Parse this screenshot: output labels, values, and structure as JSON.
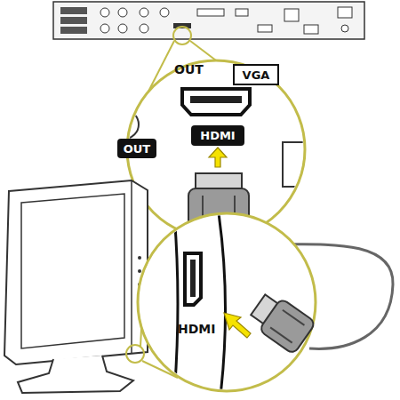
{
  "diagram": {
    "nodes": [
      {
        "text": [
          "VGA"
        ]
      },
      {
        "text": [
          "OUT"
        ]
      },
      {
        "text": [
          "HDMI"
        ]
      }
    ],
    "labels": [
      "OUT",
      "HDMI"
    ]
  }
}
